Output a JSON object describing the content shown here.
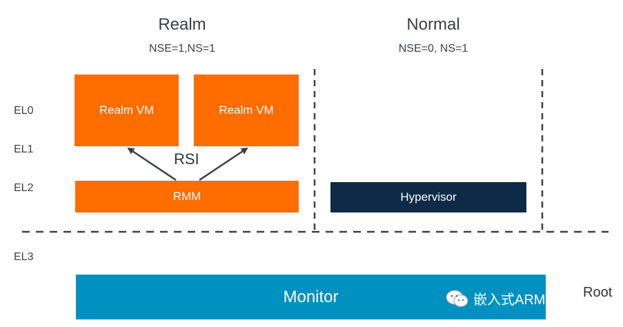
{
  "worlds": {
    "realm": {
      "title": "Realm",
      "subtitle": "NSE=1,NS=1"
    },
    "normal": {
      "title": "Normal",
      "subtitle": "NSE=0, NS=1"
    }
  },
  "exception_levels": [
    "EL0",
    "EL1",
    "EL2",
    "EL3"
  ],
  "boxes": {
    "realm_vm_1": "Realm VM",
    "realm_vm_2": "Realm VM",
    "rmm": "RMM",
    "hypervisor": "Hypervisor",
    "monitor": "Monitor"
  },
  "rsi_label": "RSI",
  "root_label": "Root",
  "watermark": "嵌入式ARM和Linux",
  "colors": {
    "realm_orange": "#ff6c00",
    "hypervisor_navy": "#0e2a47",
    "monitor_blue": "#0091c0"
  }
}
